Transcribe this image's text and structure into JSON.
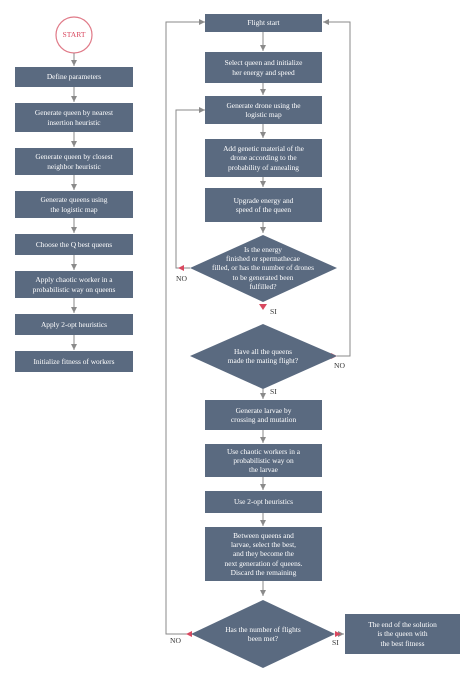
{
  "colors": {
    "box_fill": "#5a6a80",
    "connector": "#8a8a8a",
    "arrow_accent": "#d9485f",
    "start_ring": "#e07a88"
  },
  "start_label": "START",
  "left_steps": [
    "Define parameters",
    "Generate queen by nearest\ninsertion heuristic",
    "Generate queen by closest\nneighbor heuristic",
    "Generate queens using\nthe logistic map",
    "Choose the Q best queens",
    "Apply chaotic worker in a\nprobabilistic way on queens",
    "Apply 2-opt heuristics",
    "Initialize fitness of workers"
  ],
  "right_steps": {
    "flight_start": "Flight start",
    "select_queen": "Select queen and initialize\nher energy and speed",
    "generate_drone": "Generate drone using the\nlogistic map",
    "add_genetic": "Add genetic material of the\ndrone according to the\nprobability of annealing",
    "upgrade_energy": "Upgrade energy and\nspeed of the queen",
    "generate_larvae": "Generate larvae by\ncrossing and mutation",
    "chaotic_workers": "Use chaotic workers in a\nprobabilistic way on\nthe larvae",
    "two_opt": "Use 2-opt heuristics",
    "select_best": "Between queens and\nlarvae, select the best,\nand they become the\nnext generation of queens.\nDiscard the remaining",
    "end_solution": "The end of the solution\nis the queen with\nthe best fitness"
  },
  "decisions": {
    "energy_check": "Is the energy\nfinished or spermathecae\nfilled, or has the number of drones\nto be generated been\nfulfilled?",
    "all_queens": "Have all the queens\nmade the mating flight?",
    "flights_met": "Has the number of flights\nbeen met?"
  },
  "branch_labels": {
    "no_energy": "NO",
    "si_energy": "SI",
    "no_queens": "NO",
    "si_queens": "SI",
    "no_flights": "NO",
    "si_flights": "SI"
  }
}
